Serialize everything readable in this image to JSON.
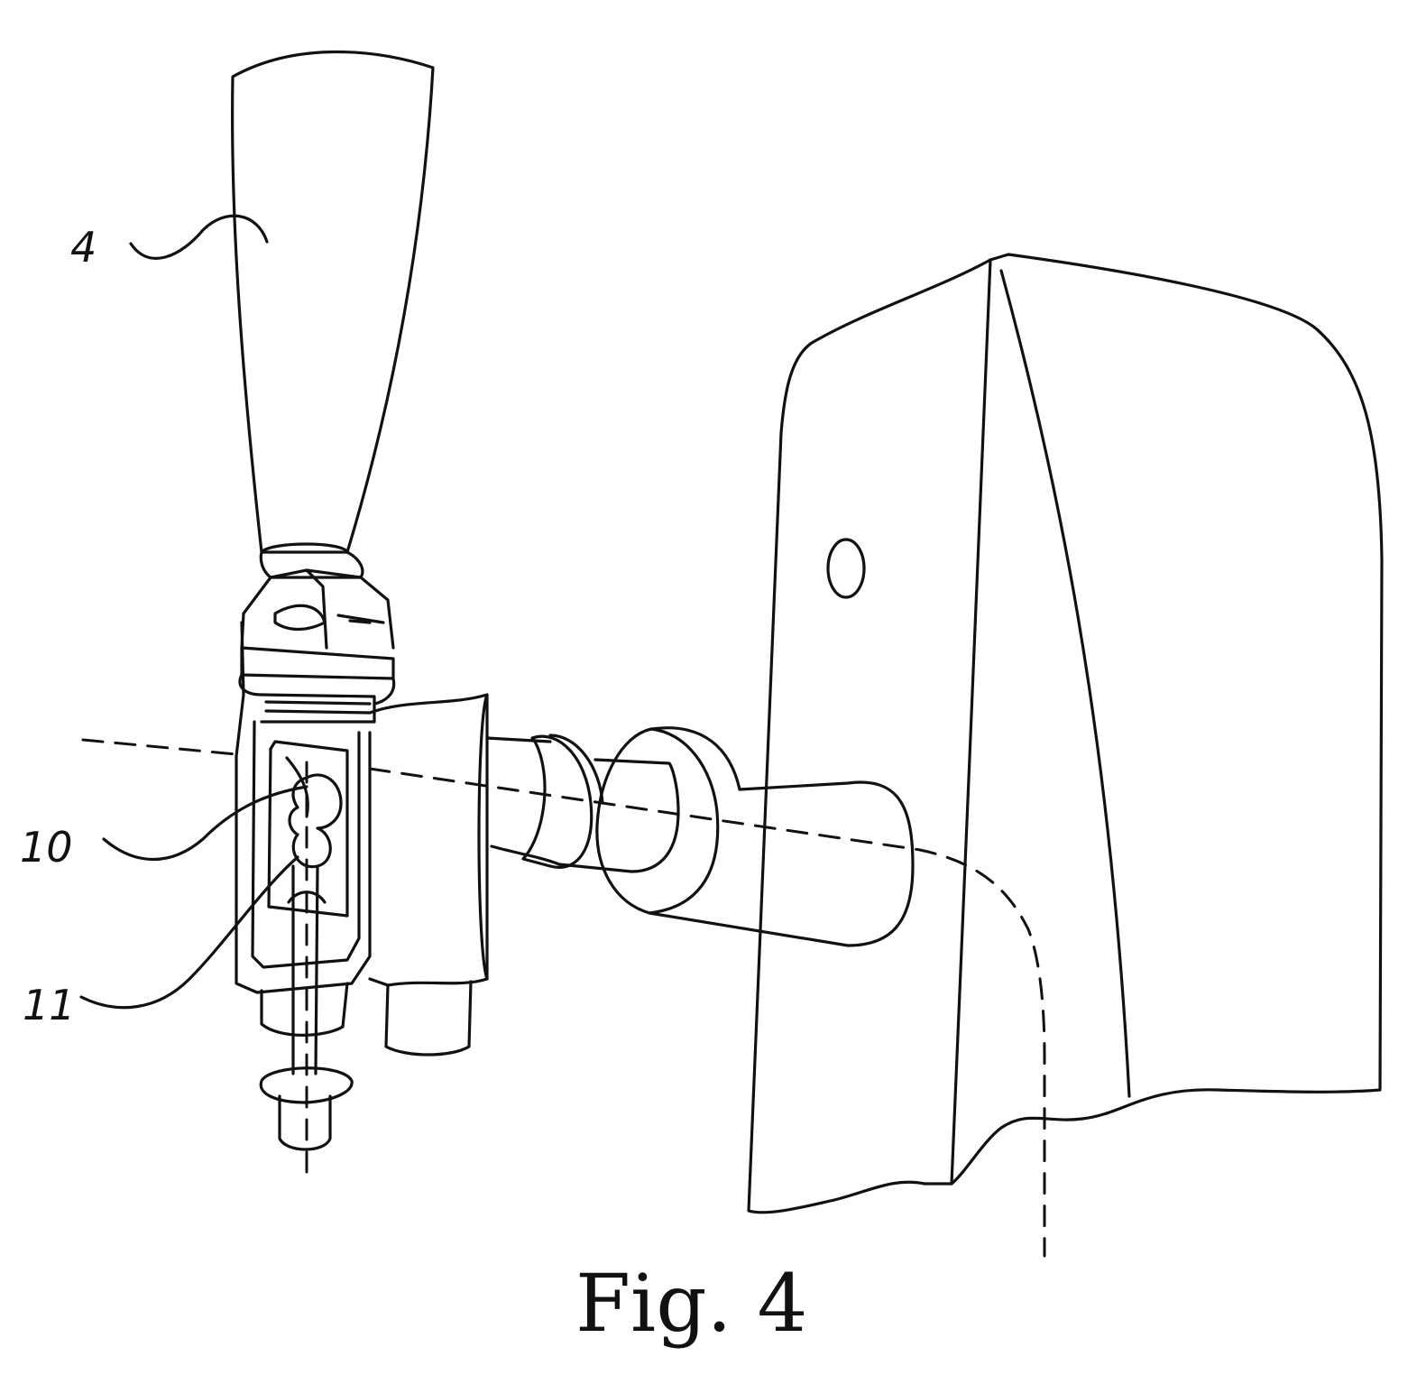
{
  "labels": {
    "ref_4": "4",
    "ref_10": "10",
    "ref_11": "11"
  },
  "caption": "Fig. 4",
  "colors": {
    "line": "#111111",
    "background": "#ffffff"
  }
}
